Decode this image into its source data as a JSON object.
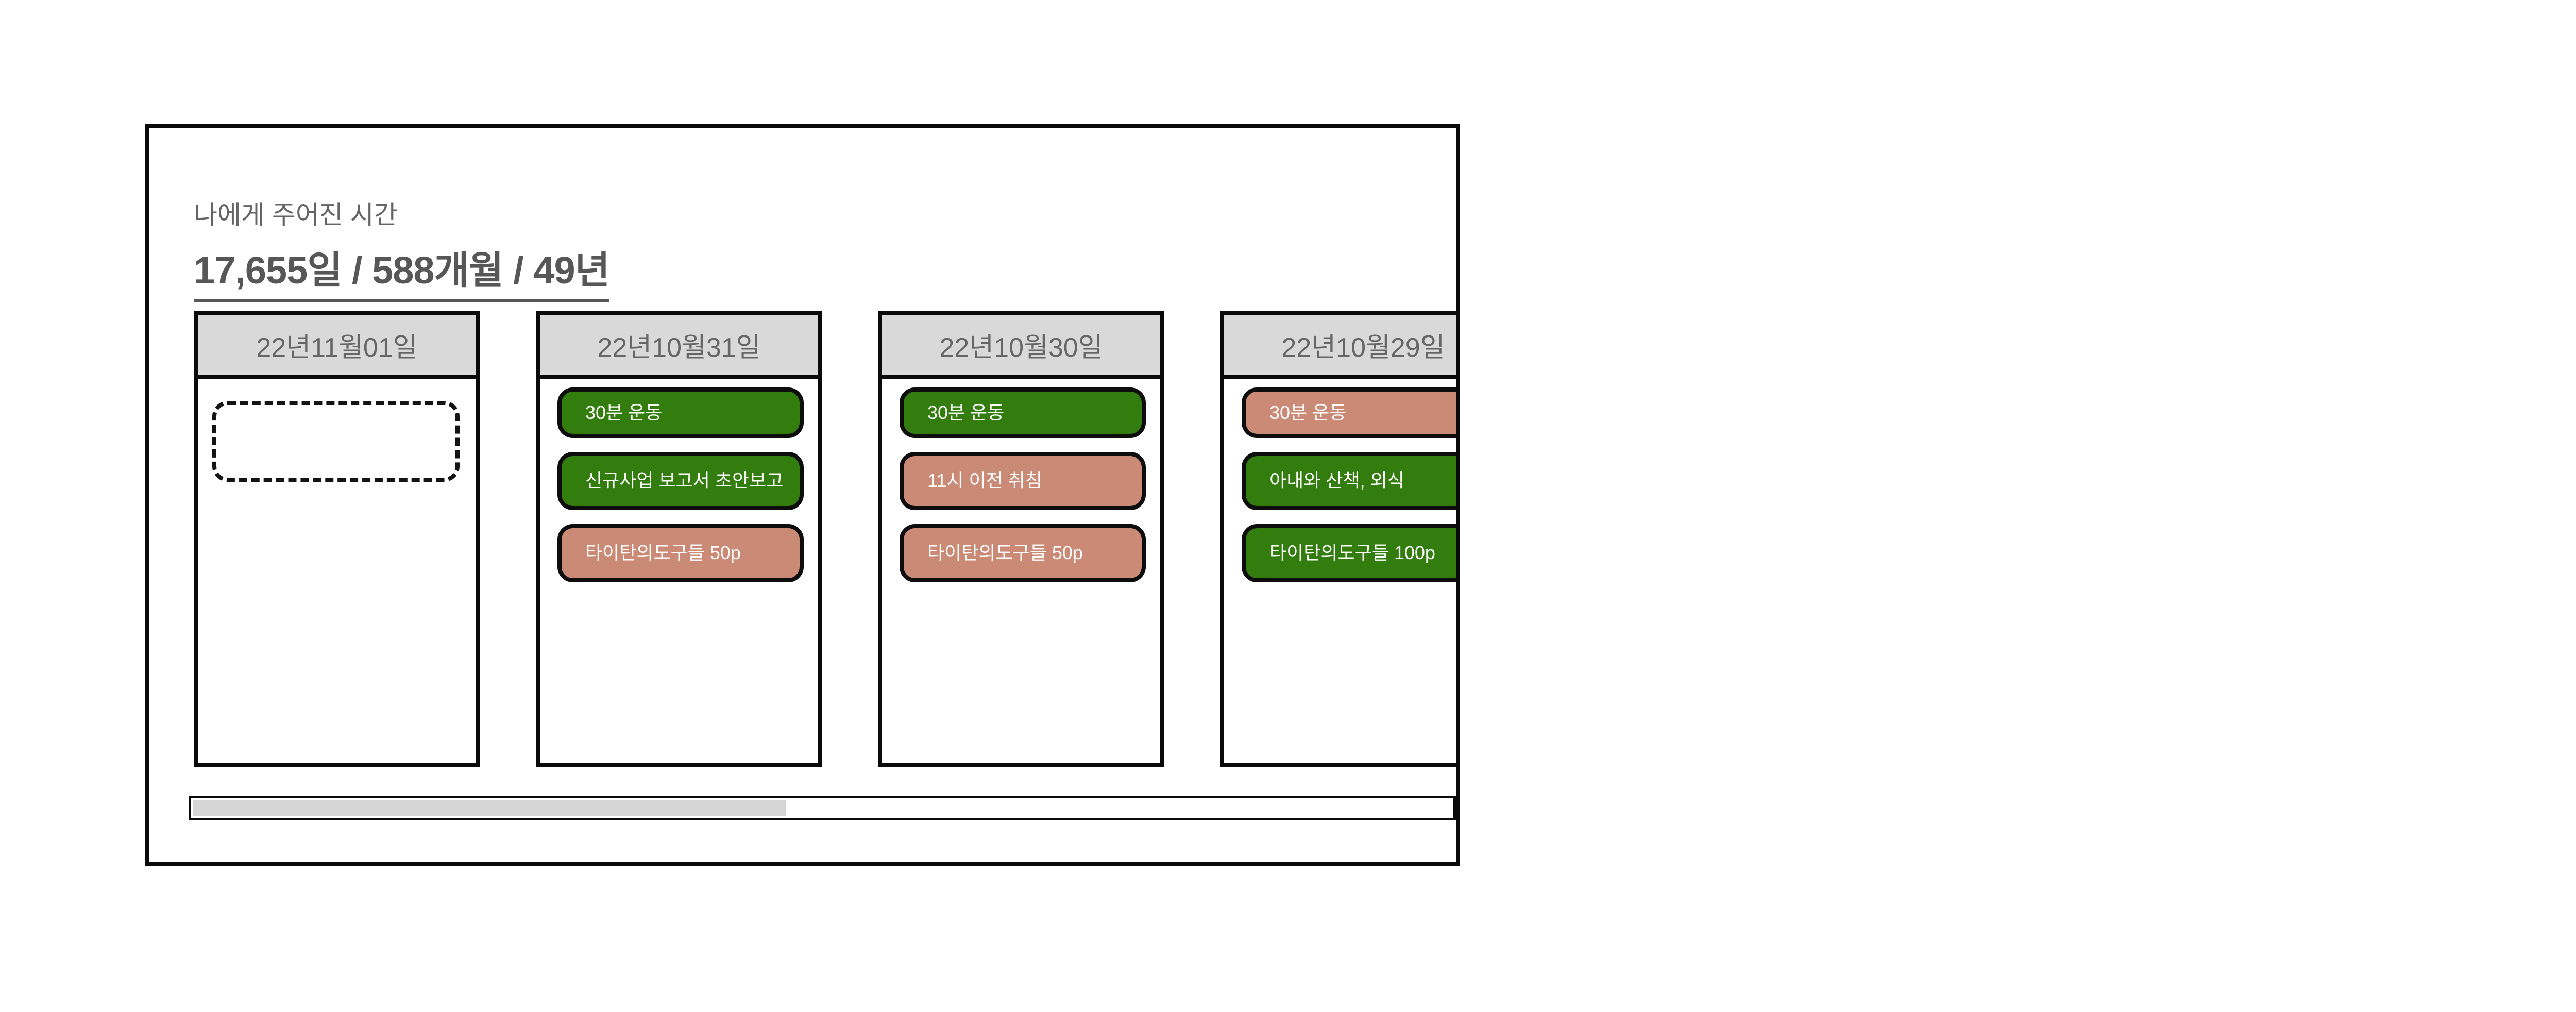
{
  "theme": {
    "done": "#327d0e",
    "missed": "#ca8a75",
    "header_bg": "#d9d9d9",
    "text_gray": "#666666",
    "thumb": "#d5d5d5",
    "border": "#0a0a0a"
  },
  "panel": {
    "header": {
      "subtitle": "나에게 주어진 시간",
      "title": "17,655일 / 588개월 / 49년"
    },
    "columns": [
      {
        "date": "22년11월01일",
        "placeholder": true,
        "cards": []
      },
      {
        "date": "22년10월31일",
        "cards": [
          {
            "label": "30분 운동",
            "status": "done"
          },
          {
            "label": "신규사업 보고서 초안보고",
            "status": "done"
          },
          {
            "label": "타이탄의도구들 50p",
            "status": "missed"
          }
        ]
      },
      {
        "date": "22년10월30일",
        "cards": [
          {
            "label": "30분 운동",
            "status": "done"
          },
          {
            "label": "11시 이전 취침",
            "status": "missed"
          },
          {
            "label": "타이탄의도구들 50p",
            "status": "missed"
          }
        ]
      },
      {
        "date": "22년10월29일",
        "cards": [
          {
            "label": "30분 운동",
            "status": "missed"
          },
          {
            "label": "아내와 산책, 외식",
            "status": "done"
          },
          {
            "label": "타이탄의도구들 100p",
            "status": "done"
          }
        ]
      }
    ],
    "scrollbar": {
      "thumb_percent": 47
    }
  }
}
